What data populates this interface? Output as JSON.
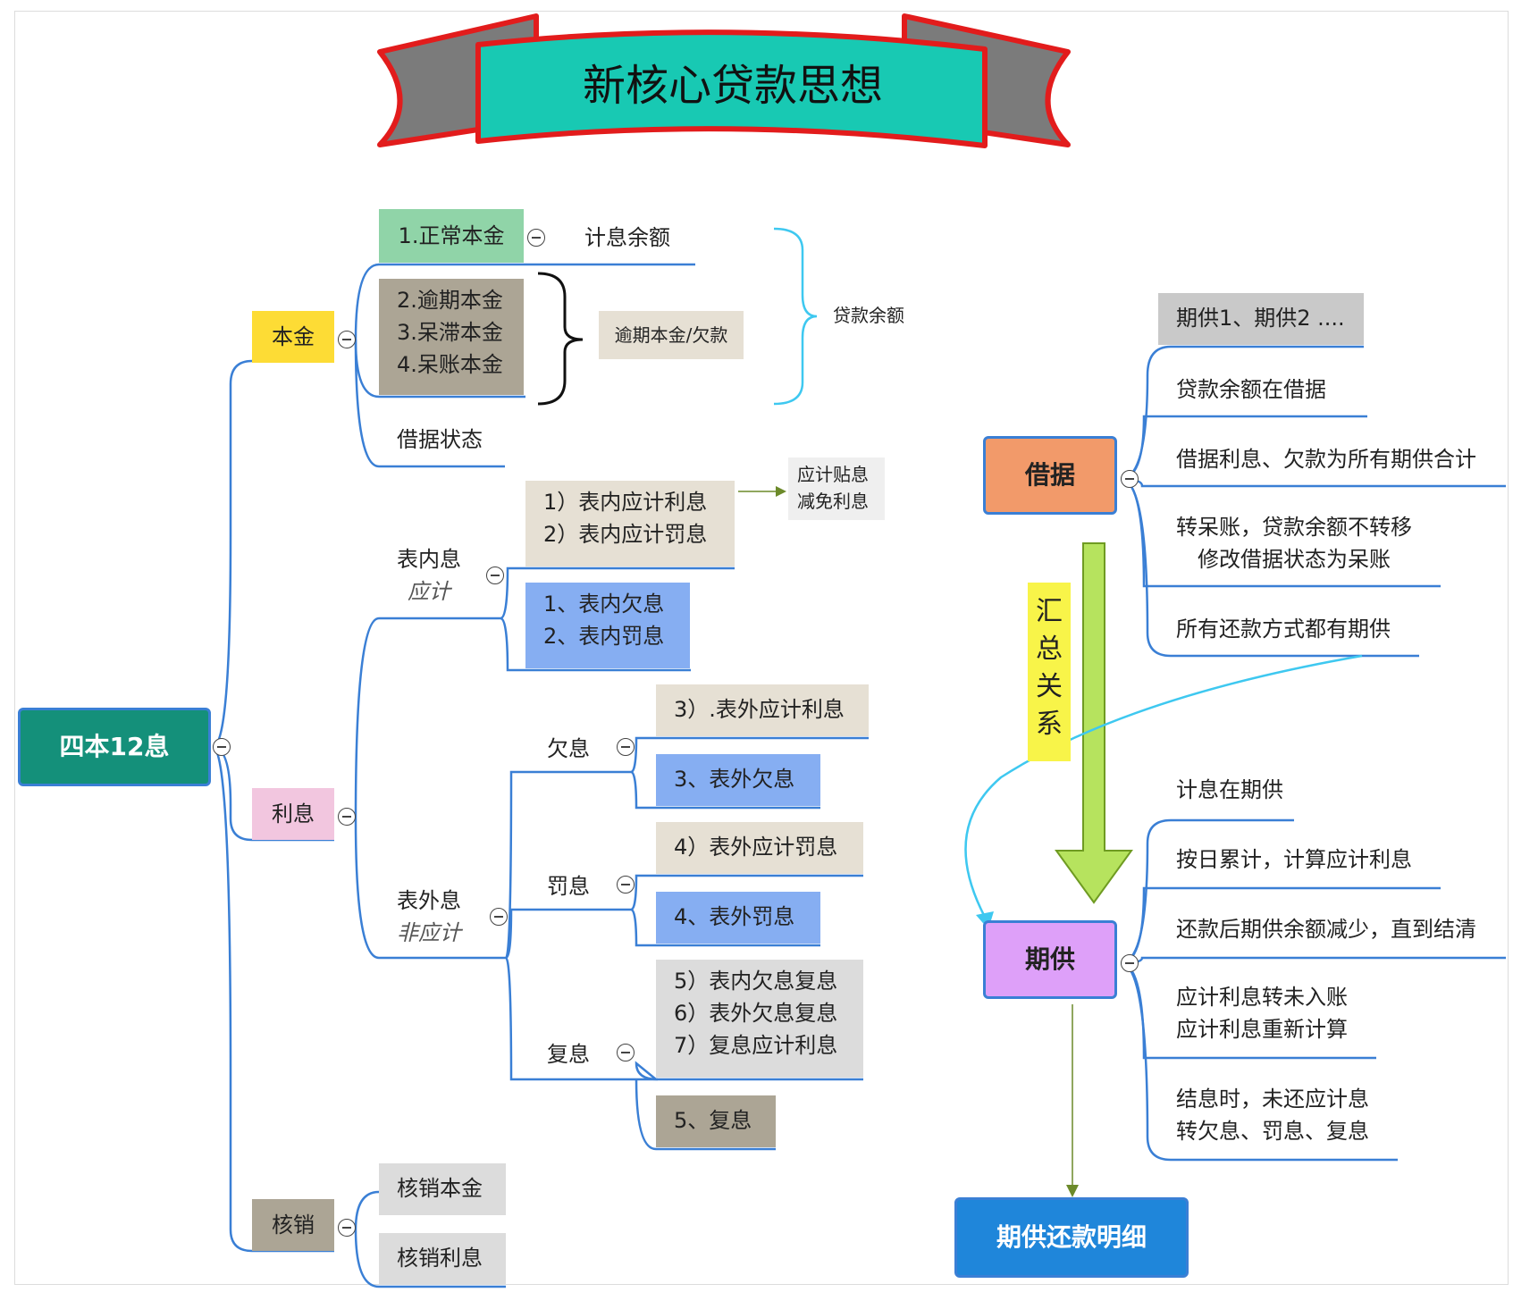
{
  "title": "新核心贷款思想",
  "root": {
    "label": "四本12息",
    "color": "#14907a"
  },
  "principal": {
    "label": "本金",
    "normal": {
      "label": "1.正常本金",
      "detail": "计息余额"
    },
    "overdue": {
      "lines": [
        "2.逾期本金",
        "3.呆滞本金",
        "4.呆账本金"
      ],
      "summary": "逾期本金/欠款"
    },
    "loan_balance": "贷款余额",
    "status": "借据状态"
  },
  "interest": {
    "label": "利息",
    "on_balance": {
      "label": "表内息",
      "sublabel": "应计",
      "accrued": [
        "1）表内应计利息",
        "2）表内应计罚息"
      ],
      "side_note": [
        "应计贴息",
        "减免利息"
      ],
      "owed": [
        "1、表内欠息",
        "2、表内罚息"
      ]
    },
    "off_balance": {
      "label": "表外息",
      "sublabel": "非应计",
      "arrears": {
        "label": "欠息",
        "accrued": "3）.表外应计利息",
        "owed": "3、表外欠息"
      },
      "penalty": {
        "label": "罚息",
        "accrued": "4）表外应计罚息",
        "owed": "4、表外罚息"
      },
      "compound": {
        "label": "复息",
        "accrued": [
          "5）表内欠息复息",
          "6）表外欠息复息",
          "7）复息应计利息"
        ],
        "owed": "5、复息"
      }
    }
  },
  "writeoff": {
    "label": "核销",
    "items": [
      "核销本金",
      "核销利息"
    ]
  },
  "loan": {
    "label": "借据",
    "items": [
      "期供1、期供2 ....",
      "贷款余额在借据",
      "借据利息、欠款为所有期供合计",
      [
        "转呆账，贷款余额不转移",
        "修改借据状态为呆账"
      ],
      "所有还款方式都有期供"
    ]
  },
  "summary_relation": [
    "汇",
    "总",
    "关",
    "系"
  ],
  "installment": {
    "label": "期供",
    "items": [
      "计息在期供",
      "按日累计，计算应计利息",
      "还款后期供余额减少，直到结清",
      [
        "应计利息转未入账",
        "应计利息重新计算"
      ],
      [
        "结息时，未还应计息",
        "转欠息、罚息、复息"
      ]
    ]
  },
  "repayment_detail": "期供还款明细",
  "colors": {
    "line": "#3a7fd5",
    "green_tag": "#90d4a8",
    "gray_brown": "#aca595",
    "beige": "#e6e0d4",
    "blue_box": "#86aef2",
    "pink": "#f2c6df",
    "yellow": "#fddc35",
    "orange": "#f29a6a",
    "violet": "#dea0f9",
    "blue_btn": "#1f86da",
    "ribbon": "#18c9b3",
    "ribbon_edge": "#e21c1c"
  }
}
